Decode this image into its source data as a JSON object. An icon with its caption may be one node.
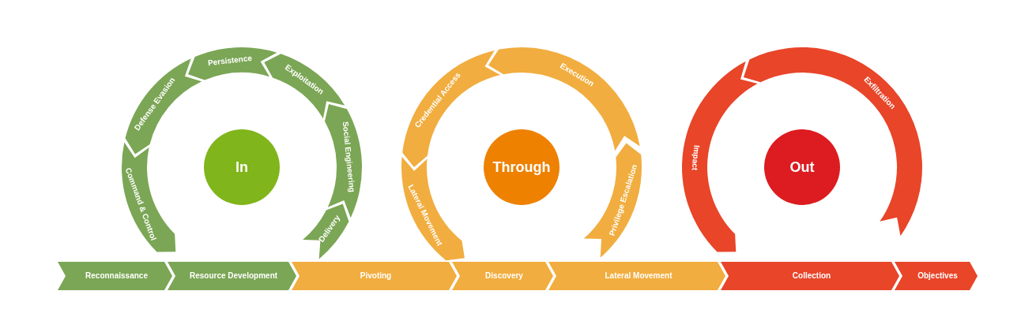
{
  "diagram": {
    "nodes": [
      {
        "text": [
          "Persistence"
        ]
      },
      {
        "text": [
          "Exploitation"
        ]
      },
      {
        "text": [
          "Defense Evasion"
        ]
      },
      {
        "text": [
          "Social Engineering"
        ]
      },
      {
        "text": [
          "In"
        ]
      },
      {
        "text": [
          "Command & Control"
        ]
      },
      {
        "text": [
          "Delivery"
        ]
      },
      {
        "text": [
          "Credential Access"
        ]
      },
      {
        "text": [
          "Execution"
        ]
      },
      {
        "text": [
          "Through"
        ]
      },
      {
        "text": [
          "Lateral Movement"
        ]
      },
      {
        "text": [
          "Privilege Escalation"
        ]
      },
      {
        "text": [
          "Exfiltration"
        ]
      },
      {
        "text": [
          "Out"
        ]
      },
      {
        "text": [
          "Impact"
        ]
      },
      {
        "text": [
          "Reconnaissance"
        ]
      },
      {
        "text": [
          "Resource Development"
        ]
      },
      {
        "text": [
          "Pivoting"
        ]
      },
      {
        "text": [
          "Discovery"
        ]
      },
      {
        "text": [
          "Lateral Movement"
        ]
      },
      {
        "text": [
          "Collection"
        ]
      },
      {
        "text": [
          "Objectives"
        ]
      }
    ]
  }
}
